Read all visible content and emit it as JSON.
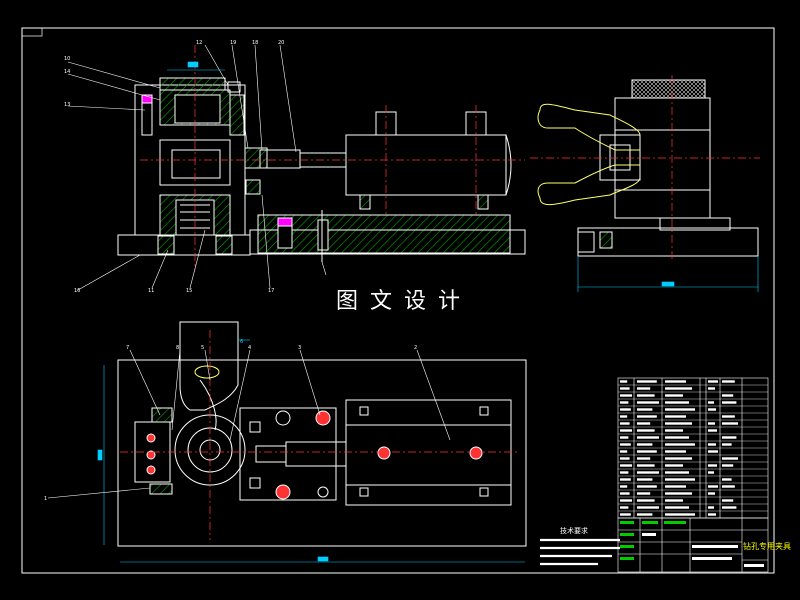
{
  "watermark": "图文设计",
  "technical_requirements_title": "技术要求",
  "title_block": {
    "part_name": "钻孔专用夹具"
  },
  "drawing": {
    "background": "#000000",
    "colors": {
      "outline": "#ffffff",
      "hatch": "#00aa00",
      "centerline": "#ff3333",
      "leader": "#ffffff",
      "dimension": "#00ccff",
      "highlight": "#ff00ff",
      "title": "#ffff00"
    },
    "balloons": [
      "10",
      "14",
      "13",
      "12",
      "19",
      "18",
      "20",
      "16",
      "11",
      "15",
      "17",
      "6",
      "1",
      "7",
      "8",
      "5",
      "4",
      "3",
      "2"
    ],
    "views": [
      "front-section-view",
      "side-view",
      "plan-view"
    ]
  }
}
